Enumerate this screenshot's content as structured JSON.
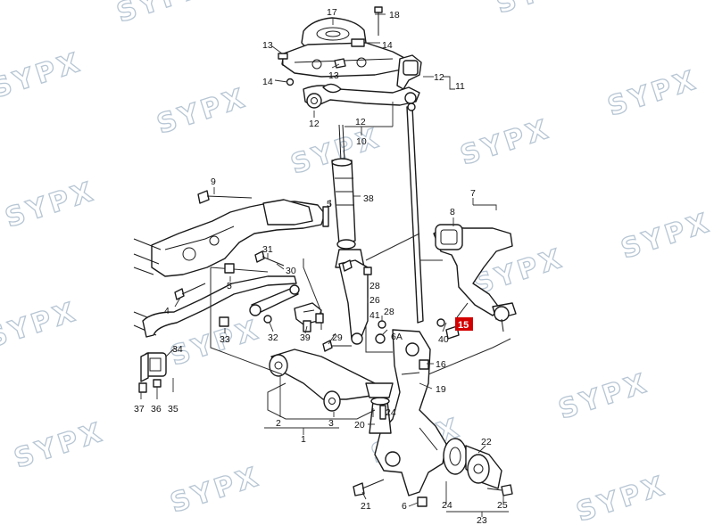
{
  "diagram": {
    "highlight_color": "#d40000",
    "watermark_color": "#b7c6d4",
    "watermark_text": "SYPX",
    "labels": {
      "n1": "1",
      "n2": "2",
      "n3": "3",
      "n4": "4",
      "n5a": "5",
      "n5b": "5",
      "n6": "6",
      "n6A": "6A",
      "n7": "7",
      "n8": "8",
      "n9": "9",
      "n10": "10",
      "n11": "11",
      "n12a": "12",
      "n12b": "12",
      "n12c": "12",
      "n13a": "13",
      "n13b": "13",
      "n14a": "14",
      "n14b": "14",
      "n15": "15",
      "n16": "16",
      "n17": "17",
      "n18": "18",
      "n19": "19",
      "n20": "20",
      "n21": "21",
      "n22": "22",
      "n23": "23",
      "n24a": "24",
      "n24b": "24",
      "n25": "25",
      "n26": "26",
      "n28": "28",
      "n29": "29",
      "n30": "30",
      "n31": "31",
      "n32": "32",
      "n33": "33",
      "n34": "34",
      "n35": "35",
      "n36": "36",
      "n37": "37",
      "n38": "38",
      "n39": "39",
      "n40": "40",
      "n41": "41"
    }
  }
}
